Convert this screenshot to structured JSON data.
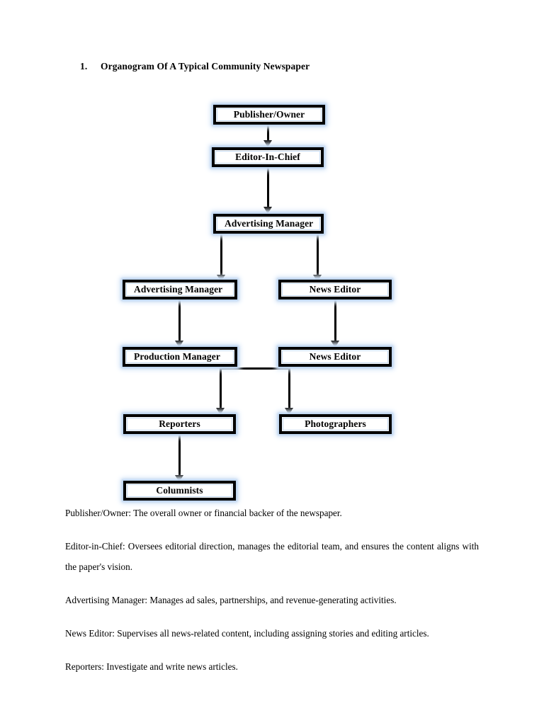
{
  "heading": {
    "number": "1.",
    "text": "Organogram Of A Typical Community Newspaper"
  },
  "diagram": {
    "title": "Organogram Of A Typical Community Newspaper",
    "nodes": [
      {
        "id": "publisher",
        "label": "Publisher/Owner"
      },
      {
        "id": "editor",
        "label": "Editor-In-Chief"
      },
      {
        "id": "advmgr1",
        "label": "Advertising Manager"
      },
      {
        "id": "advmgr2",
        "label": "Advertising Manager"
      },
      {
        "id": "newsed1",
        "label": "News Editor"
      },
      {
        "id": "prodmgr",
        "label": "Production Manager"
      },
      {
        "id": "newsed2",
        "label": "News Editor"
      },
      {
        "id": "reporters",
        "label": "Reporters"
      },
      {
        "id": "photogs",
        "label": "Photographers"
      },
      {
        "id": "columnists",
        "label": "Columnists"
      }
    ],
    "edges": [
      {
        "from": "publisher",
        "to": "editor"
      },
      {
        "from": "editor",
        "to": "advmgr1"
      },
      {
        "from": "advmgr1",
        "to": "advmgr2"
      },
      {
        "from": "advmgr1",
        "to": "newsed1"
      },
      {
        "from": "advmgr2",
        "to": "prodmgr"
      },
      {
        "from": "newsed1",
        "to": "newsed2"
      },
      {
        "from": "prodmgr",
        "to": "reporters"
      },
      {
        "from": "newsed2",
        "to": "photogs"
      },
      {
        "from": "reporters",
        "to": "columnists"
      }
    ],
    "colors": {
      "border": "#000000",
      "glow": "#b9d2ef",
      "fill": "#ffffff",
      "connector": "#000000"
    }
  },
  "body": {
    "paragraphs": [
      "Publisher/Owner: The overall owner or financial backer of the newspaper.",
      "Editor-in-Chief: Oversees editorial direction, manages the editorial team, and ensures the content aligns with the paper's vision.",
      "Advertising Manager: Manages ad sales, partnerships, and revenue-generating activities.",
      "News Editor: Supervises all news-related content, including assigning stories and editing articles.",
      "Reporters: Investigate and write news articles."
    ]
  }
}
